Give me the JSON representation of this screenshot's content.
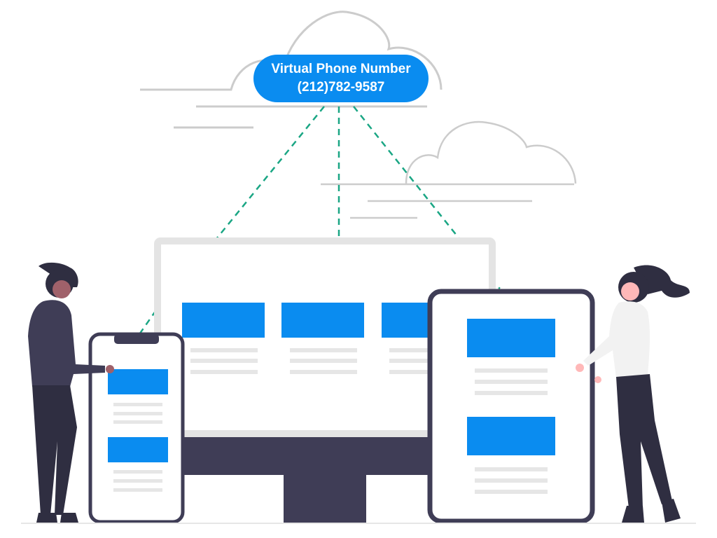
{
  "badge": {
    "title": "Virtual Phone Number",
    "number": "(212)782-9587"
  },
  "colors": {
    "accent": "#0a8cf0",
    "dash_line": "#1aa684",
    "device_frame": "#3f3d56",
    "monitor_bezel": "#e4e4e4",
    "text_placeholder": "#e6e6e6",
    "cloud_stroke": "#cccccc",
    "figure_dark": "#2f2e41",
    "figure_light_top": "#f2f2f2"
  },
  "icons": {
    "cloud": "cloud-icon",
    "network": "connection-lines"
  }
}
